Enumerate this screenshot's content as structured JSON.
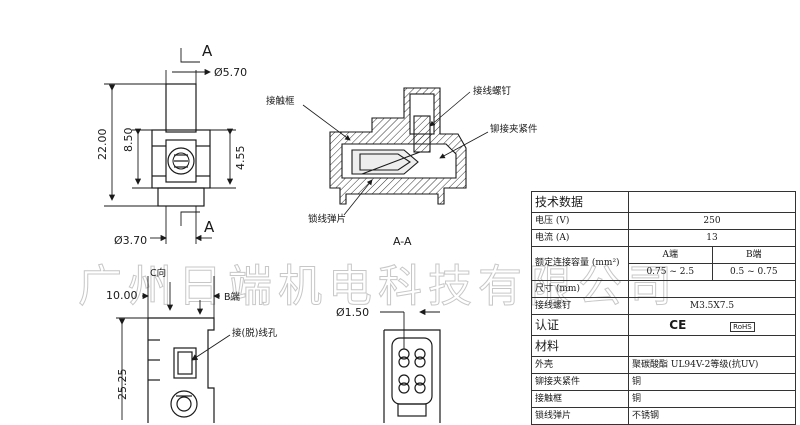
{
  "dimensions": {
    "dia_top": "Ø5.70",
    "height_total": "22.00",
    "height_body": "8.50",
    "height_side": "4.55",
    "dia_bottom": "Ø3.70",
    "width_bottom": "10.00",
    "height_bottom": "25.25",
    "dia_hole": "Ø1.50"
  },
  "section_markers": {
    "top": "A",
    "bottom": "A",
    "section_label": "A-A",
    "direction_c": "C向",
    "end_b": "B端"
  },
  "callouts": {
    "contact_frame": "接触框",
    "wire_screw": "接线螺钉",
    "rivet_clamp": "铆接夹紧件",
    "lock_spring": "锁线弹片",
    "wire_hole": "接(脱)线孔"
  },
  "watermark": "广州日端机电科技有限公司",
  "spec_table": {
    "title": "技术数据",
    "voltage_label": "电压 (V)",
    "voltage_value": "250",
    "current_label": "电流 (A)",
    "current_value": "13",
    "capacity_label": "额定连接容量 (mm²)",
    "a_end": "A端",
    "b_end": "B端",
    "a_range": "0.75 ~ 2.5",
    "b_range": "0.5 ~ 0.75",
    "size_label": "尺寸 (mm)",
    "screw_label": "接线螺钉",
    "screw_value": "M3.5X7.5",
    "cert_label": "认证",
    "cert_ce": "CE",
    "cert_rohs": "RoHS",
    "material_label": "材料",
    "shell_label": "外壳",
    "shell_value": "聚碳酸酯 UL94V-2等级(抗UV)",
    "rivet_label": "铆接夹紧件",
    "rivet_value": "铜",
    "frame_label": "接触框",
    "frame_value": "铜",
    "spring_label": "锁线弹片",
    "spring_value": "不锈钢"
  }
}
